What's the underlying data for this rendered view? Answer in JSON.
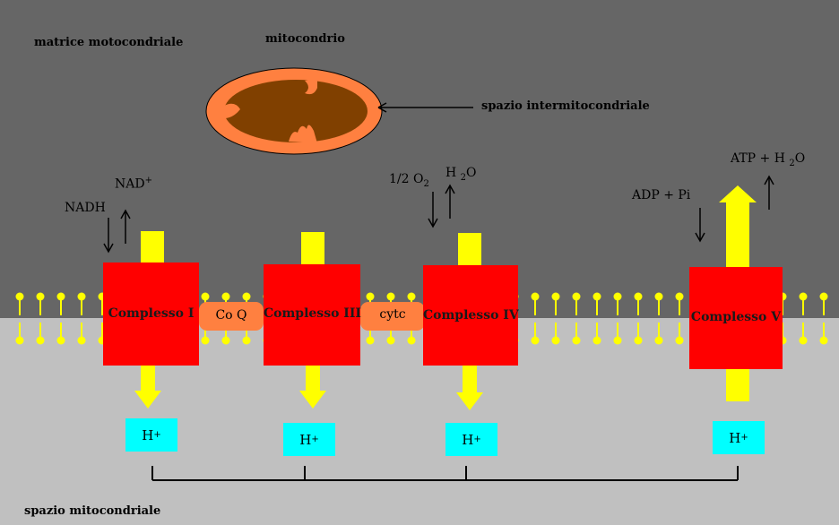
{
  "labels": {
    "matrix": "matrice motocondriale",
    "mitochondrion": "mitocondrio",
    "intermembrane": "spazio intermitocondriale",
    "space": "spazio mitocondriale",
    "nadh": "NADH",
    "nad": "NAD",
    "nad_sup": "+",
    "half_o2_prefix": "1/2 O",
    "o2_sub": "2",
    "h2o_h": "H",
    "h2o_sub": "2",
    "h2o_o": "O",
    "adp": "ADP + Pi",
    "atp_prefix": "ATP + H",
    "atp_sub": "2",
    "atp_o": "O"
  },
  "complexes": [
    {
      "name": "Complesso I"
    },
    {
      "name": "Complesso III"
    },
    {
      "name": "Complesso IV"
    },
    {
      "name": "Complesso V"
    }
  ],
  "carriers": [
    {
      "name": "Co Q"
    },
    {
      "name": "cytc"
    }
  ],
  "protons": [
    {
      "label": "H",
      "sup": "+"
    },
    {
      "label": "H",
      "sup": "+"
    },
    {
      "label": "H",
      "sup": "+"
    },
    {
      "label": "H",
      "sup": "+"
    }
  ],
  "colors": {
    "matrix_bg": "#666666",
    "space_bg": "#c0c0c0",
    "complex": "#ff0000",
    "carrier": "#ff8040",
    "proton_box": "#00ffff",
    "arrow": "#ffff00",
    "mito_inner": "#804000"
  }
}
